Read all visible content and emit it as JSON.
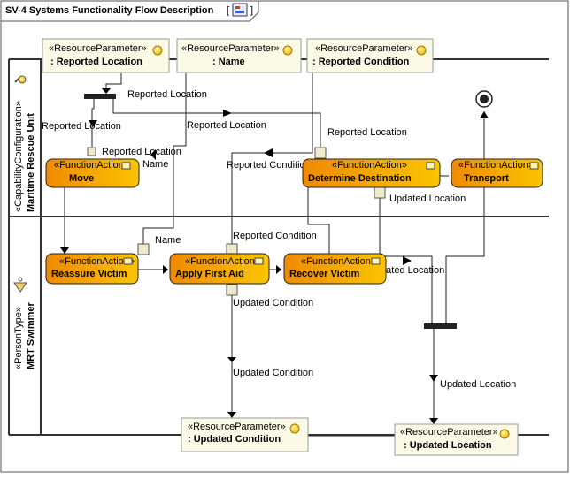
{
  "frame": {
    "title": "SV-4 Systems Functionality Flow Description"
  },
  "lanes": [
    {
      "id": "top",
      "stereotype": "«CapabilityConfiguration»",
      "name": "Maritime Rescue Unit"
    },
    {
      "id": "bottom",
      "stereotype": "«PersonType»",
      "name": "MRT Swimmer"
    }
  ],
  "parameters": {
    "stereotype": "«ResourceParameter»",
    "reported_location": ": Reported Location",
    "name": ": Name",
    "reported_condition": ": Reported Condition",
    "updated_condition": ": Updated Condition",
    "updated_location": ": Updated Location"
  },
  "actions": {
    "stereotype": "«FunctionAction»",
    "move": "Move",
    "determine_destination": "Determine Destination",
    "transport": "Transport",
    "reassure_victim": "Reassure Victim",
    "apply_first_aid": "Apply First Aid",
    "recover_victim": "Recover Victim"
  },
  "flow_labels": {
    "reported_location": "Reported Location",
    "name": "Name",
    "reported_condition": "Reported Condition",
    "updated_location": "Updated Location",
    "updated_condition": "Updated Condition"
  },
  "colors": {
    "action_fill": "#f7b200",
    "action_fill_dark": "#f08a00",
    "param_fill": "#fafae6",
    "pin_fill": "#efebc8",
    "border": "#000000"
  }
}
